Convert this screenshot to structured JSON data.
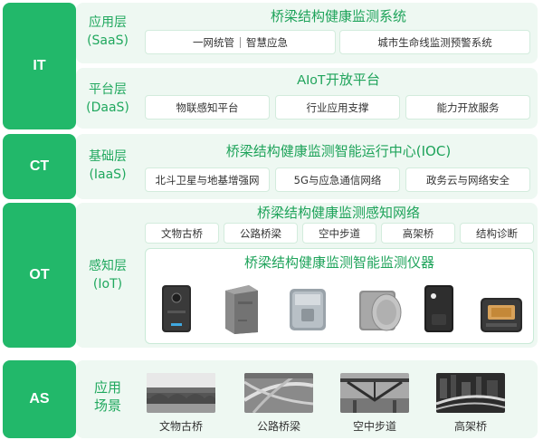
{
  "sides": {
    "it": "IT",
    "ct": "CT",
    "ot": "OT",
    "as": "AS"
  },
  "saas": {
    "label_1": "应用层",
    "label_2": "(SaaS)",
    "title": "桥梁结构健康监测系统",
    "box1_a": "一网统管",
    "box1_b": "智慧应急",
    "box2": "城市生命线监测预警系统"
  },
  "daas": {
    "label_1": "平台层",
    "label_2": "(DaaS)",
    "title": "AIoT开放平台",
    "boxes": [
      "物联感知平台",
      "行业应用支撑",
      "能力开放服务"
    ]
  },
  "iaas": {
    "label_1": "基础层",
    "label_2": "(IaaS)",
    "title": "桥梁结构健康监测智能运行中心(IOC)",
    "boxes": [
      "北斗卫星与地基增强网",
      "5G与应急通信网络",
      "政务云与网络安全"
    ]
  },
  "iot": {
    "label_1": "感知层",
    "label_2": "(IoT)",
    "title": "桥梁结构健康监测感知网络",
    "boxes": [
      "文物古桥",
      "公路桥梁",
      "空中步道",
      "高架桥",
      "结构诊断"
    ],
    "instrument_title": "桥梁结构健康监测智能监测仪器"
  },
  "scenes": {
    "label_1": "应用",
    "label_2": "场景",
    "items": [
      "文物古桥",
      "公路桥梁",
      "空中步道",
      "高架桥"
    ]
  },
  "colors": {
    "accent": "#22b86a",
    "panel": "#eef8f2",
    "title": "#1ea35a"
  }
}
